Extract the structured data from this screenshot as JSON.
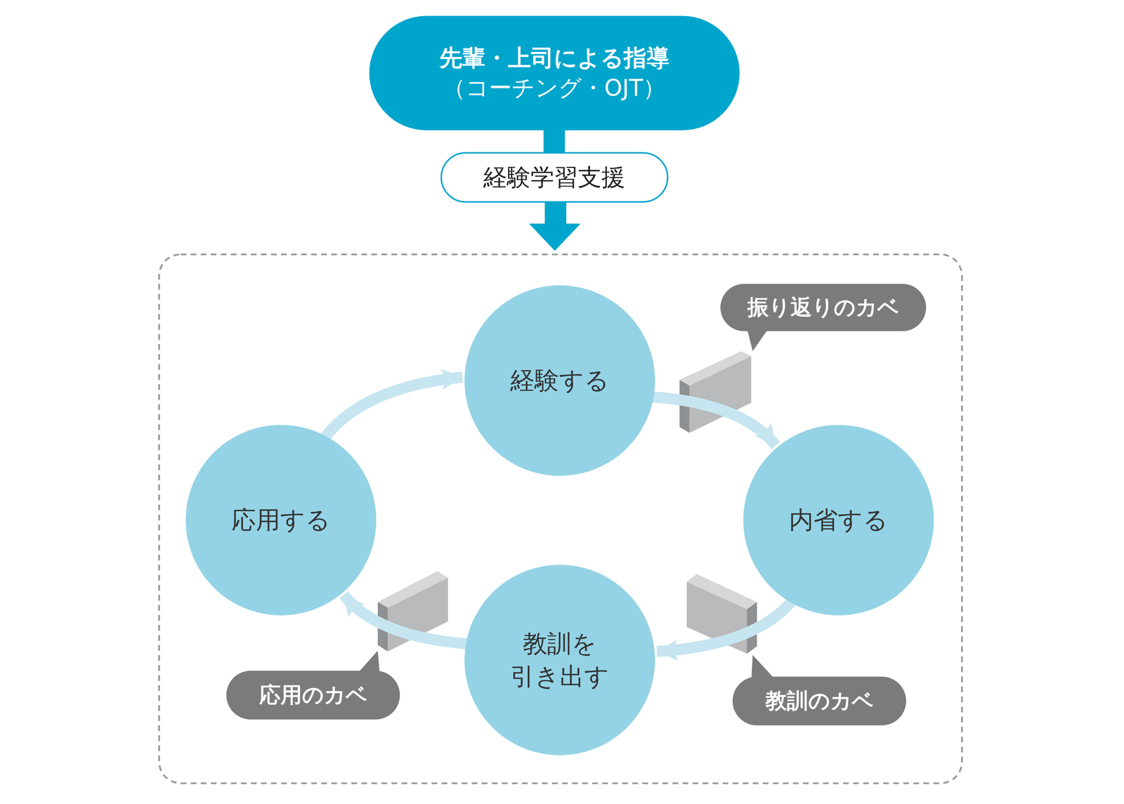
{
  "diagram": {
    "nodes": [
      {
        "text": [
          "先輩・上司による指導",
          "（コーチング・OJT）"
        ]
      },
      {
        "text": [
          "経験学習支援"
        ]
      },
      {
        "text": [
          "経験する"
        ]
      },
      {
        "text": [
          "振り返りのカベ"
        ]
      },
      {
        "text": [
          "応用する"
        ]
      },
      {
        "text": [
          "内省する"
        ]
      },
      {
        "text": [
          "教訓を 引き出す"
        ]
      },
      {
        "text": [
          "応用のカベ"
        ]
      },
      {
        "text": [
          "教訓のカベ"
        ]
      }
    ],
    "edges": [
      {
        "from": 0,
        "to": 1,
        "arrow": "none"
      },
      {
        "from": 2,
        "to": 5,
        "arrow": "to"
      },
      {
        "from": 5,
        "to": 6,
        "arrow": "to"
      },
      {
        "from": 6,
        "to": 4,
        "arrow": "to"
      },
      {
        "from": 4,
        "to": 2,
        "arrow": "to"
      }
    ]
  }
}
